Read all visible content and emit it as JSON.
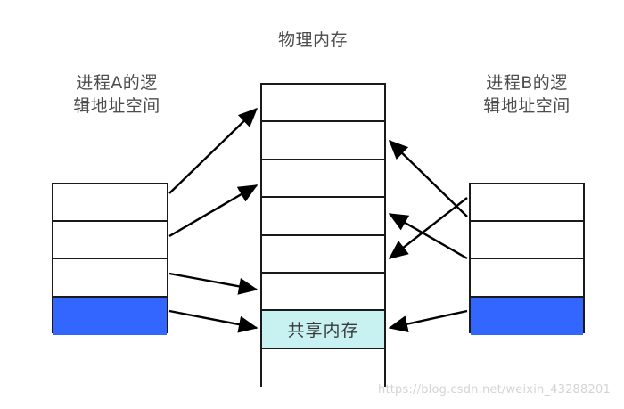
{
  "diagram": {
    "title": "物理内存",
    "watermark": "https://blog.csdn.net/weixin_43288201",
    "colors": {
      "process_segment_blue": "#3366ff",
      "shared_memory_cyan": "#c8f2f2",
      "outline": "#1a1a1a",
      "label_text": "#4d4d4d",
      "watermark_text": "#d4d4d4"
    },
    "left_label": "进程A的逻\n辑地址空间",
    "right_label": "进程B的逻\n辑地址空间",
    "physical_memory": {
      "name": "物理内存",
      "cells": [
        {
          "label": "",
          "fill": "white"
        },
        {
          "label": "",
          "fill": "white"
        },
        {
          "label": "",
          "fill": "white"
        },
        {
          "label": "",
          "fill": "white"
        },
        {
          "label": "",
          "fill": "white"
        },
        {
          "label": "",
          "fill": "white"
        },
        {
          "label": "共享内存",
          "fill": "cyan"
        },
        {
          "label": "",
          "fill": "white"
        }
      ]
    },
    "process_a": {
      "name": "进程A的逻辑地址空间",
      "cells": [
        {
          "label": "",
          "fill": "white"
        },
        {
          "label": "",
          "fill": "white"
        },
        {
          "label": "",
          "fill": "white"
        },
        {
          "label": "",
          "fill": "blue"
        }
      ]
    },
    "process_b": {
      "name": "进程B的逻辑地址空间",
      "cells": [
        {
          "label": "",
          "fill": "white"
        },
        {
          "label": "",
          "fill": "white"
        },
        {
          "label": "",
          "fill": "white"
        },
        {
          "label": "",
          "fill": "blue"
        }
      ]
    },
    "mappings": [
      {
        "from": "process-a-cell-1",
        "to": "physical-cell-1"
      },
      {
        "from": "process-a-cell-2",
        "to": "physical-cell-3"
      },
      {
        "from": "process-a-cell-3",
        "to": "physical-cell-6"
      },
      {
        "from": "process-a-cell-4",
        "to": "physical-cell-7-shared-memory"
      },
      {
        "from": "process-b-cell-1",
        "to": "physical-cell-2"
      },
      {
        "from": "process-b-cell-2",
        "to": "physical-cell-4"
      },
      {
        "from": "process-b-cell-3",
        "to": "physical-cell-5"
      },
      {
        "from": "process-b-cell-4",
        "to": "physical-cell-7-shared-memory"
      }
    ]
  }
}
